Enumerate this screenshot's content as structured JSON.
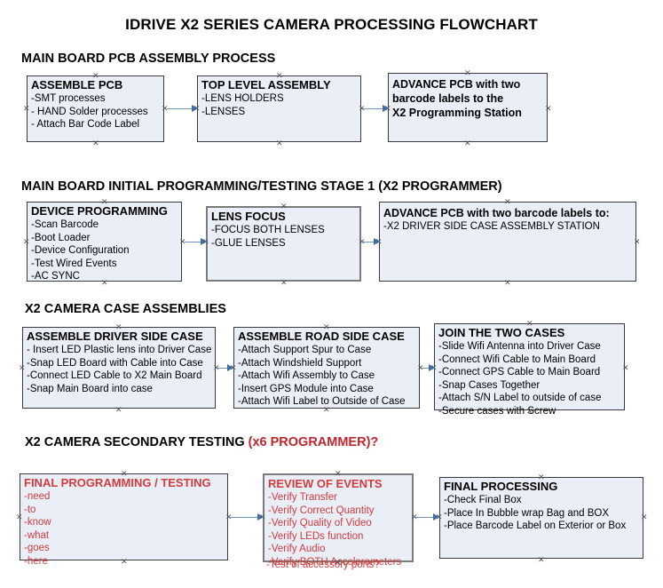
{
  "document": {
    "title": "IDRIVE X2  SERIES CAMERA PROCESSING FLOWCHART"
  },
  "colors": {
    "box_fill": "#e9eef7",
    "box_border": "#3a3a3a",
    "box_border_selected": "#7b7b7b",
    "connector": "#7593b5",
    "arrow_head": "#3c6ea5",
    "accent_red": "#c0252b",
    "text_red": "#d23b3b",
    "text_black": "#000000"
  },
  "sections": [
    {
      "id": "main-board-pcb-assembly",
      "heading": "MAIN BOARD PCB ASSEMBLY PROCESS",
      "heading_accent": "",
      "boxes": [
        {
          "id": "assemble-pcb",
          "title": "ASSEMBLE PCB",
          "lines": [
            "-SMT processes",
            "- HAND Solder processes",
            "- Attach Bar Code Label"
          ],
          "color": "black"
        },
        {
          "id": "top-level-assembly",
          "title": "TOP LEVEL ASSEMBLY",
          "lines": [
            "-LENS HOLDERS",
            "-LENSES"
          ],
          "color": "black"
        },
        {
          "id": "advance-pcb-to-programming-station",
          "title": "",
          "lines": [
            "ADVANCE PCB with two",
            "barcode labels to the",
            " X2 Programming Station"
          ],
          "color": "black",
          "all_bold": true
        }
      ]
    },
    {
      "id": "main-board-initial-programming",
      "heading": "MAIN BOARD INITIAL PROGRAMMING/TESTING STAGE 1 (X2 PROGRAMMER)",
      "heading_accent": "",
      "boxes": [
        {
          "id": "device-programming",
          "title": "DEVICE PROGRAMMING",
          "lines": [
            "-Scan Barcode",
            "-Boot Loader",
            "-Device Configuration",
            "-Test Wired Events",
            "-AC SYNC"
          ],
          "color": "black"
        },
        {
          "id": "lens-focus",
          "title": "LENS FOCUS",
          "lines": [
            "-FOCUS BOTH LENSES",
            "-GLUE LENSES"
          ],
          "color": "black"
        },
        {
          "id": "advance-pcb-to-driver-side-case",
          "title": "ADVANCE PCB with two barcode labels to:",
          "lines": [
            "-X2 DRIVER  SIDE  CASE  ASSEMBLY STATION"
          ],
          "color": "black"
        }
      ]
    },
    {
      "id": "x2-camera-case-assemblies",
      "heading": "X2 CAMERA CASE ASSEMBLIES",
      "heading_accent": "",
      "boxes": [
        {
          "id": "assemble-driver-side-case",
          "title": "ASSEMBLE DRIVER SIDE CASE",
          "lines": [
            "- Insert LED Plastic lens into Driver Case",
            "-Snap LED Board with Cable into Case",
            "-Connect LED Cable to X2 Main Board",
            "-Snap Main Board into case"
          ],
          "color": "black"
        },
        {
          "id": "assemble-road-side-case",
          "title": "ASSEMBLE ROAD SIDE CASE",
          "lines": [
            "-Attach Support Spur to Case",
            "-Attach Windshield Support",
            "-Attach Wifi Assembly to Case",
            "-Insert GPS Module into Case",
            "-Attach Wifi Label to Outside of Case"
          ],
          "color": "black"
        },
        {
          "id": "join-the-two-cases",
          "title": "JOIN THE TWO CASES",
          "lines": [
            "-Slide Wifi Antenna into Driver Case",
            "-Connect Wifi Cable to Main Board",
            "-Connect GPS Cable to Main Board",
            "-Snap Cases Together",
            "-Attach S/N Label to outside of case",
            "-Secure cases with Screw"
          ],
          "color": "black"
        }
      ]
    },
    {
      "id": "x2-camera-secondary-testing",
      "heading": "X2 CAMERA SECONDARY TESTING ",
      "heading_accent": "(x6 PROGRAMMER)?",
      "boxes": [
        {
          "id": "final-programming-testing",
          "title": "FINAL PROGRAMMING / TESTING",
          "lines": [
            "-need",
            "-to",
            "-know",
            "-what",
            "-goes",
            "-here"
          ],
          "color": "red"
        },
        {
          "id": "review-of-events",
          "title": "REVIEW OF EVENTS",
          "lines": [
            "-Verify Transfer",
            "-Verify Correct Quantity",
            "-Verify Quality of Video",
            "-Verify LEDs function",
            "-Verify Audio",
            "-Verify BOTH Accelerometers"
          ],
          "overflow_line": "-Test of accessory ports?",
          "color": "red"
        },
        {
          "id": "final-processing",
          "title": "FINAL PROCESSING",
          "lines": [
            " -Check Final Box",
            "-Place In Bubble wrap Bag and BOX",
            "-Place Barcode Label on Exterior or Box"
          ],
          "color": "black"
        }
      ]
    }
  ],
  "connectors": [
    {
      "id": "conn-assemble-pcb-to-top-level",
      "from": "assemble-pcb",
      "to": "top-level-assembly"
    },
    {
      "id": "conn-top-level-to-advance-pcb",
      "from": "top-level-assembly",
      "to": "advance-pcb-to-programming-station"
    },
    {
      "id": "conn-device-programming-to-lens-focus",
      "from": "device-programming",
      "to": "lens-focus"
    },
    {
      "id": "conn-lens-focus-to-advance-pcb",
      "from": "lens-focus",
      "to": "advance-pcb-to-driver-side-case"
    },
    {
      "id": "conn-driver-case-to-road-case",
      "from": "assemble-driver-side-case",
      "to": "assemble-road-side-case"
    },
    {
      "id": "conn-road-case-to-join-cases",
      "from": "assemble-road-side-case",
      "to": "join-the-two-cases"
    },
    {
      "id": "conn-final-programming-to-review",
      "from": "final-programming-testing",
      "to": "review-of-events"
    },
    {
      "id": "conn-review-to-final-processing",
      "from": "review-of-events",
      "to": "final-processing"
    }
  ],
  "handle_glyph": "✕"
}
